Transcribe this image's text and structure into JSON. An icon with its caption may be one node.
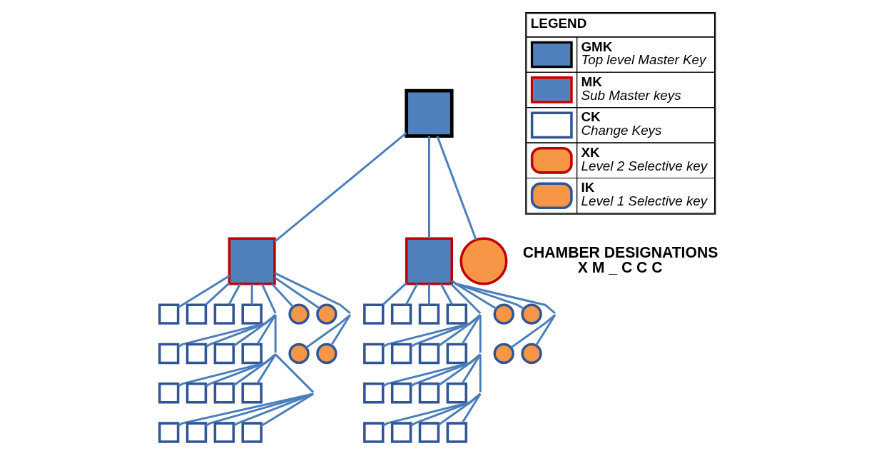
{
  "diagram": {
    "nodes": [
      {
        "text": [],
        "shape": "box"
      },
      {
        "text": [],
        "shape": "box"
      },
      {
        "text": [],
        "shape": "box"
      },
      {
        "text": [],
        "shape": "circle"
      },
      {
        "text": [],
        "shape": "box"
      },
      {
        "text": [],
        "shape": "box"
      },
      {
        "text": [],
        "shape": "box"
      },
      {
        "text": [],
        "shape": "box"
      },
      {
        "text": [],
        "shape": "box"
      },
      {
        "text": [],
        "shape": "box"
      },
      {
        "text": [],
        "shape": "box"
      },
      {
        "text": [],
        "shape": "box"
      },
      {
        "text": [],
        "shape": "box"
      },
      {
        "text": [],
        "shape": "box"
      },
      {
        "text": [],
        "shape": "box"
      },
      {
        "text": [],
        "shape": "box"
      },
      {
        "text": [],
        "shape": "box"
      },
      {
        "text": [],
        "shape": "box"
      },
      {
        "text": [],
        "shape": "box"
      },
      {
        "text": [],
        "shape": "box"
      },
      {
        "text": [],
        "shape": "circle"
      },
      {
        "text": [],
        "shape": "circle"
      },
      {
        "text": [],
        "shape": "circle"
      },
      {
        "text": [],
        "shape": "circle"
      },
      {
        "text": [],
        "shape": "box"
      },
      {
        "text": [],
        "shape": "box"
      },
      {
        "text": [],
        "shape": "box"
      },
      {
        "text": [],
        "shape": "box"
      },
      {
        "text": [],
        "shape": "box"
      },
      {
        "text": [],
        "shape": "box"
      },
      {
        "text": [],
        "shape": "box"
      },
      {
        "text": [],
        "shape": "box"
      },
      {
        "text": [],
        "shape": "box"
      },
      {
        "text": [],
        "shape": "box"
      },
      {
        "text": [],
        "shape": "box"
      },
      {
        "text": [],
        "shape": "box"
      },
      {
        "text": [],
        "shape": "box"
      },
      {
        "text": [],
        "shape": "box"
      },
      {
        "text": [],
        "shape": "box"
      },
      {
        "text": [],
        "shape": "box"
      },
      {
        "text": [],
        "shape": "circle"
      },
      {
        "text": [],
        "shape": "circle"
      },
      {
        "text": [],
        "shape": "circle"
      },
      {
        "text": [],
        "shape": "circle"
      }
    ],
    "edges": [
      {
        "from": 0,
        "to": 1,
        "arrow": "none"
      },
      {
        "from": 0,
        "to": 2,
        "arrow": "none"
      },
      {
        "from": 0,
        "to": 3,
        "arrow": "none"
      },
      {
        "from": 1,
        "to": 4,
        "arrow": "none"
      },
      {
        "from": 1,
        "to": 5,
        "arrow": "none"
      },
      {
        "from": 1,
        "to": 6,
        "arrow": "none"
      },
      {
        "from": 1,
        "to": 7,
        "arrow": "none"
      },
      {
        "from": 1,
        "to": 8,
        "arrow": "none"
      },
      {
        "from": 1,
        "to": 9,
        "arrow": "none"
      },
      {
        "from": 1,
        "to": 10,
        "arrow": "none"
      },
      {
        "from": 1,
        "to": 11,
        "arrow": "none"
      },
      {
        "from": 1,
        "to": 12,
        "arrow": "none"
      },
      {
        "from": 1,
        "to": 13,
        "arrow": "none"
      },
      {
        "from": 1,
        "to": 14,
        "arrow": "none"
      },
      {
        "from": 1,
        "to": 15,
        "arrow": "none"
      },
      {
        "from": 1,
        "to": 16,
        "arrow": "none"
      },
      {
        "from": 1,
        "to": 17,
        "arrow": "none"
      },
      {
        "from": 1,
        "to": 18,
        "arrow": "none"
      },
      {
        "from": 1,
        "to": 19,
        "arrow": "none"
      },
      {
        "from": 1,
        "to": 20,
        "arrow": "none"
      },
      {
        "from": 1,
        "to": 21,
        "arrow": "none"
      },
      {
        "from": 1,
        "to": 22,
        "arrow": "none"
      },
      {
        "from": 1,
        "to": 23,
        "arrow": "none"
      },
      {
        "from": 2,
        "to": 24,
        "arrow": "none"
      },
      {
        "from": 2,
        "to": 25,
        "arrow": "none"
      },
      {
        "from": 2,
        "to": 26,
        "arrow": "none"
      },
      {
        "from": 2,
        "to": 27,
        "arrow": "none"
      },
      {
        "from": 2,
        "to": 28,
        "arrow": "none"
      },
      {
        "from": 2,
        "to": 29,
        "arrow": "none"
      },
      {
        "from": 2,
        "to": 30,
        "arrow": "none"
      },
      {
        "from": 2,
        "to": 31,
        "arrow": "none"
      },
      {
        "from": 2,
        "to": 32,
        "arrow": "none"
      },
      {
        "from": 2,
        "to": 33,
        "arrow": "none"
      },
      {
        "from": 2,
        "to": 34,
        "arrow": "none"
      },
      {
        "from": 2,
        "to": 35,
        "arrow": "none"
      },
      {
        "from": 2,
        "to": 36,
        "arrow": "none"
      },
      {
        "from": 2,
        "to": 37,
        "arrow": "none"
      },
      {
        "from": 2,
        "to": 38,
        "arrow": "none"
      },
      {
        "from": 2,
        "to": 39,
        "arrow": "none"
      },
      {
        "from": 2,
        "to": 40,
        "arrow": "none"
      },
      {
        "from": 2,
        "to": 41,
        "arrow": "none"
      },
      {
        "from": 2,
        "to": 42,
        "arrow": "none"
      },
      {
        "from": 2,
        "to": 43,
        "arrow": "none"
      }
    ],
    "labels": [
      "LEGEND",
      "CHAMBER DESIGNATIONS",
      "X M _ C C C"
    ],
    "legend": [
      {
        "text": "GMK Top level Master Key"
      },
      {
        "text": "MK Sub Master keys"
      },
      {
        "text": "CK Change Keys"
      },
      {
        "text": "XK Level 2 Selective key"
      },
      {
        "text": "IK Level 1 Selective key"
      }
    ]
  }
}
